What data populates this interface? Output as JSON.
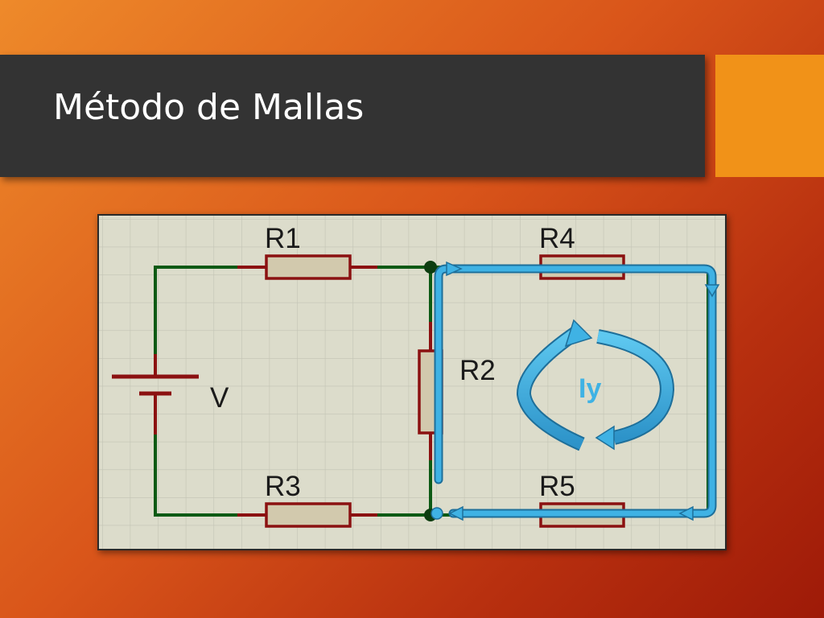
{
  "slide": {
    "title": "Método de Mallas"
  },
  "diagram": {
    "components": {
      "r1": "R1",
      "r2": "R2",
      "r3": "R3",
      "r4": "R4",
      "r5": "R5",
      "source": "V"
    },
    "mesh_current": "Iy",
    "colors": {
      "wire": "#0d5a14",
      "resistor_border": "#8b1111",
      "resistor_fill": "#d2c9ad",
      "current_path": "#3fb2e4",
      "grid": "#c2c3b4",
      "background": "#dcdccb"
    }
  }
}
